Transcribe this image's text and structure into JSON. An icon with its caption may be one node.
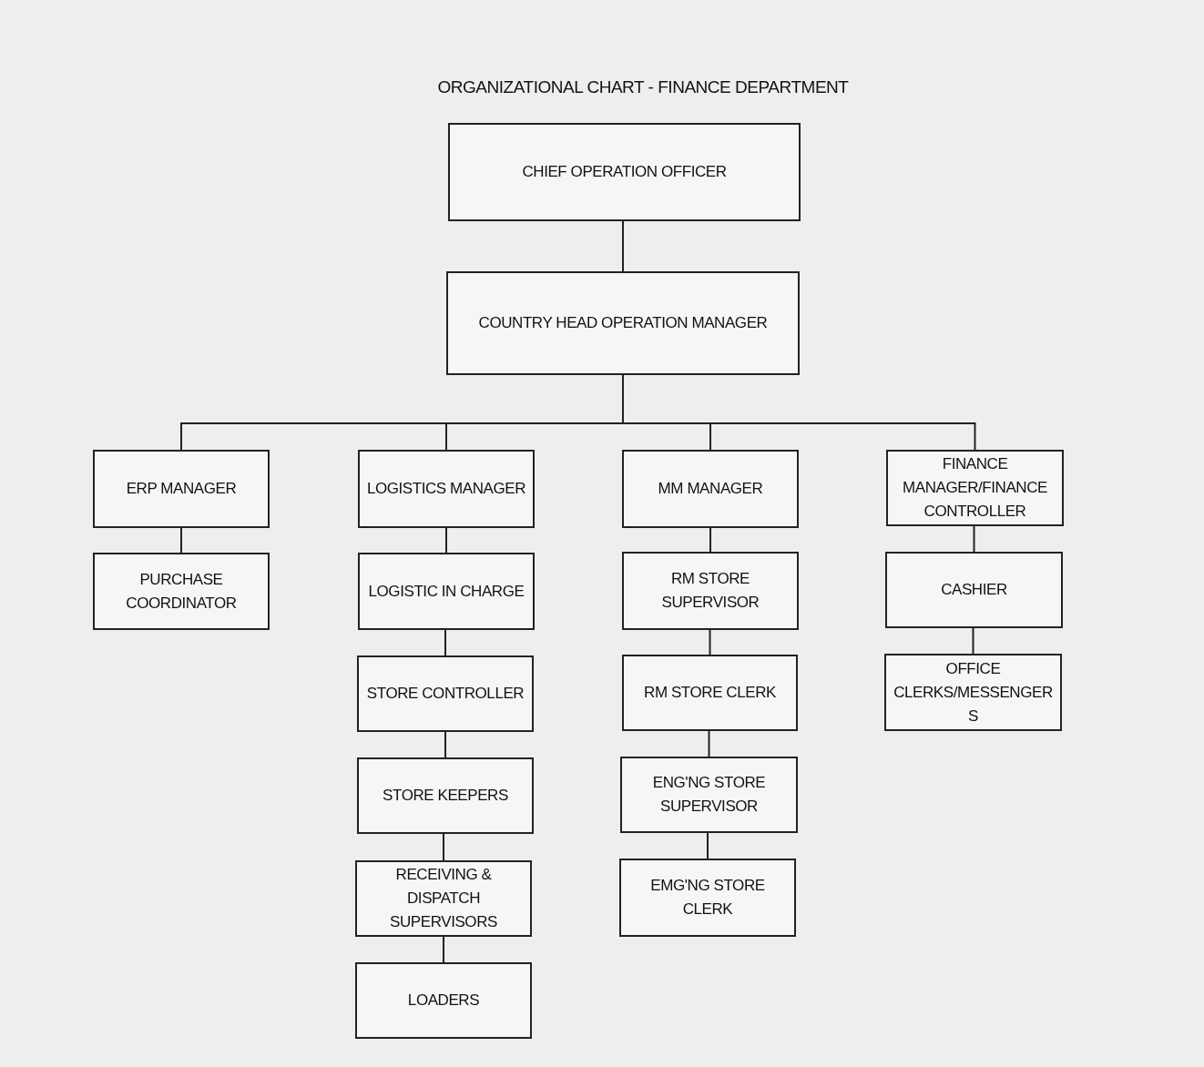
{
  "diagram": {
    "title": "ORGANIZATIONAL CHART - FINANCE DEPARTMENT",
    "nodes": [
      {
        "text": [
          "CHIEF OPERATION OFFICER"
        ]
      },
      {
        "text": [
          "COUNTRY HEAD OPERATION MANAGER"
        ]
      },
      {
        "text": [
          "ERP MANAGER"
        ]
      },
      {
        "text": [
          "LOGISTICS MANAGER"
        ]
      },
      {
        "text": [
          "MM MANAGER"
        ]
      },
      {
        "text": [
          "FINANCE MANAGER/FINANCE CONTROLLER"
        ]
      },
      {
        "text": [
          "PURCHASE COORDINATOR"
        ]
      },
      {
        "text": [
          "LOGISTIC IN CHARGE"
        ]
      },
      {
        "text": [
          "STORE CONTROLLER"
        ]
      },
      {
        "text": [
          "STORE KEEPERS"
        ]
      },
      {
        "text": [
          "RECEIVING & DISPATCH SUPERVISORS"
        ]
      },
      {
        "text": [
          "LOADERS"
        ]
      },
      {
        "text": [
          "RM STORE SUPERVISOR"
        ]
      },
      {
        "text": [
          "RM STORE CLERK"
        ]
      },
      {
        "text": [
          "ENG'NG STORE SUPERVISOR"
        ]
      },
      {
        "text": [
          "EMG'NG STORE CLERK"
        ]
      },
      {
        "text": [
          "CASHIER"
        ]
      },
      {
        "text": [
          "OFFICE CLERKS/MESSENGERS"
        ]
      }
    ],
    "edges": [
      {
        "from": 0,
        "to": 1,
        "arrow": "none"
      },
      {
        "from": 1,
        "to": 2,
        "arrow": "none"
      },
      {
        "from": 1,
        "to": 3,
        "arrow": "none"
      },
      {
        "from": 1,
        "to": 4,
        "arrow": "none"
      },
      {
        "from": 1,
        "to": 5,
        "arrow": "none"
      },
      {
        "from": 2,
        "to": 6,
        "arrow": "none"
      },
      {
        "from": 3,
        "to": 7,
        "arrow": "none"
      },
      {
        "from": 7,
        "to": 8,
        "arrow": "none"
      },
      {
        "from": 8,
        "to": 9,
        "arrow": "none"
      },
      {
        "from": 9,
        "to": 10,
        "arrow": "none"
      },
      {
        "from": 10,
        "to": 11,
        "arrow": "none"
      },
      {
        "from": 4,
        "to": 12,
        "arrow": "none"
      },
      {
        "from": 12,
        "to": 13,
        "arrow": "none"
      },
      {
        "from": 13,
        "to": 14,
        "arrow": "none"
      },
      {
        "from": 14,
        "to": 15,
        "arrow": "none"
      },
      {
        "from": 5,
        "to": 16,
        "arrow": "none"
      },
      {
        "from": 16,
        "to": 17,
        "arrow": "none"
      }
    ]
  }
}
